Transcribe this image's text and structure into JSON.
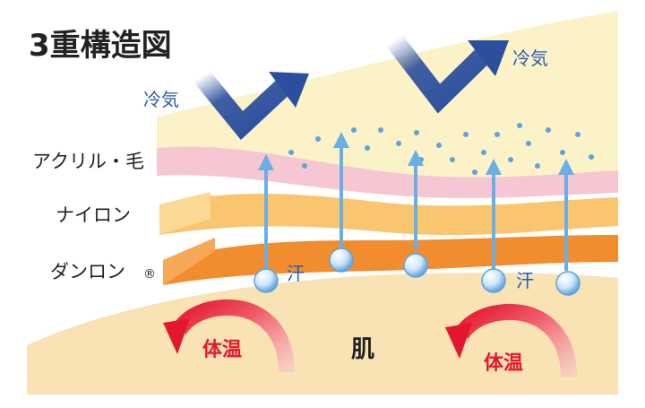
{
  "title": "3重構造図",
  "layers": {
    "acrylic_wool": "アクリル・毛",
    "nylon": "ナイロン",
    "danlon": "ダンロン",
    "registered_mark": "®"
  },
  "labels": {
    "cold_air_left": "冷気",
    "cold_air_right": "冷気",
    "sweat_left": "汗",
    "sweat_right": "汗",
    "body_heat_left": "体温",
    "body_heat_right": "体温",
    "skin": "肌"
  },
  "colors": {
    "outer_layer": "#fbf2c8",
    "acrylic_wool": "#f6c6d2",
    "nylon": "#f9c66f",
    "danlon": "#f18d2f",
    "skin": "#f9e3b5",
    "cold_arrow": "#2b4f9e",
    "sweat_arrow": "#6aaee3",
    "heat_arrow": "#e5172f"
  }
}
